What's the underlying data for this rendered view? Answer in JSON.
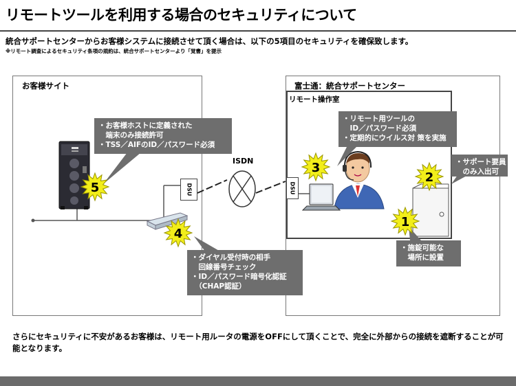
{
  "title": "リモートツールを利用する場合のセキュリティについて",
  "intro": "統合サポートセンターからお客様システムに接続させて頂く場合は、以下の5項目のセキュリティを確保致します。",
  "note": "※リモート調査によるセキュリティ条項の規約は、統合サポートセンターより「覚書」を提示",
  "customer_site": {
    "label": "お客様サイト"
  },
  "fujitsu_center": {
    "label": "富士通：統合サポートセンター",
    "remote_room": "リモート操作室"
  },
  "isdn_label": "ISDN",
  "dsu_label": "DSU",
  "callouts": {
    "c5": [
      "・お客様ホストに定義された",
      "　端末のみ接続許可",
      "・TSS／AIFのID／パスワード必須"
    ],
    "c3": [
      "・リモート用ツールの",
      "　ID／パスワード必須",
      "・定期的にウイルス対 策を実施"
    ],
    "c2": [
      "・サポート要員",
      "　のみ入出可"
    ],
    "c1": [
      "・施錠可能な",
      "　場所に設置"
    ],
    "c4": [
      "・ダイヤル受付時の相手",
      "　回線番号チェック",
      "・ID／パスワード暗号化認証",
      "　（CHAP認証）"
    ]
  },
  "badges": {
    "b1": "1",
    "b2": "2",
    "b3": "3",
    "b4": "4",
    "b5": "5"
  },
  "footer": "さらにセキュリティに不安があるお客様は、リモート用ルータの電源をOFFにして頂くことで、完全に外部からの接続を遮断することが可能となります。",
  "colors": {
    "callout_bg": "#6e6e6e",
    "burst_fill": "#f2ee1a",
    "burst_stroke": "#9a9500",
    "line": "#333333"
  }
}
